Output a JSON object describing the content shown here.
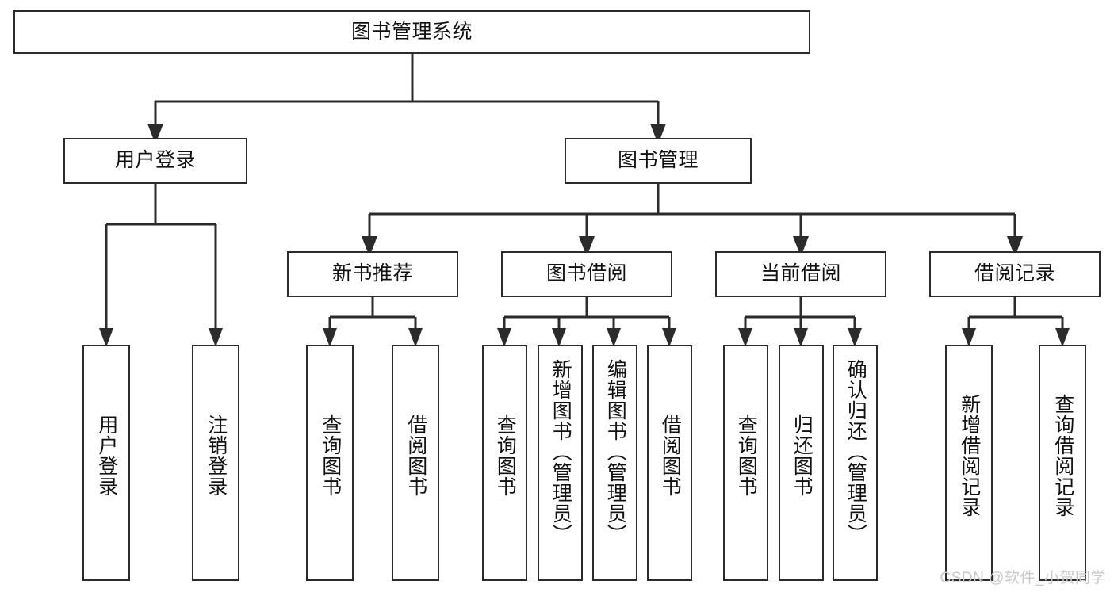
{
  "diagram": {
    "type": "hierarchy-tree",
    "title": "图书管理系统",
    "levels": 4,
    "root": {
      "id": "root",
      "label": "图书管理系统",
      "orientation": "horizontal"
    },
    "level2": [
      {
        "id": "user-login",
        "label": "用户登录",
        "orientation": "horizontal"
      },
      {
        "id": "book-management",
        "label": "图书管理",
        "orientation": "horizontal"
      }
    ],
    "level3": [
      {
        "id": "new-book-recommend",
        "label": "新书推荐",
        "orientation": "horizontal",
        "parent": "book-management"
      },
      {
        "id": "book-borrow",
        "label": "图书借阅",
        "orientation": "horizontal",
        "parent": "book-management"
      },
      {
        "id": "current-borrow",
        "label": "当前借阅",
        "orientation": "horizontal",
        "parent": "book-management"
      },
      {
        "id": "borrow-record",
        "label": "借阅记录",
        "orientation": "horizontal",
        "parent": "book-management"
      }
    ],
    "leaves": [
      {
        "id": "leaf-user-login",
        "label": "用户登录",
        "parent": "user-login"
      },
      {
        "id": "leaf-logout-login",
        "label": "注销登录",
        "parent": "user-login"
      },
      {
        "id": "leaf-query-book-1",
        "label": "查询图书",
        "parent": "new-book-recommend"
      },
      {
        "id": "leaf-borrow-book-1",
        "label": "借阅图书",
        "parent": "new-book-recommend"
      },
      {
        "id": "leaf-query-book-2",
        "label": "查询图书",
        "parent": "book-borrow"
      },
      {
        "id": "leaf-add-book",
        "label": "新增图书（管理员）",
        "parent": "book-borrow"
      },
      {
        "id": "leaf-edit-book",
        "label": "编辑图书（管理员）",
        "parent": "book-borrow"
      },
      {
        "id": "leaf-borrow-book-2",
        "label": "借阅图书",
        "parent": "book-borrow"
      },
      {
        "id": "leaf-query-book-3",
        "label": "查询图书",
        "parent": "current-borrow"
      },
      {
        "id": "leaf-return-book",
        "label": "归还图书",
        "parent": "current-borrow"
      },
      {
        "id": "leaf-confirm-return",
        "label": "确认归还（管理员）",
        "parent": "current-borrow"
      },
      {
        "id": "leaf-add-record",
        "label": "新增借阅记录",
        "parent": "borrow-record"
      },
      {
        "id": "leaf-query-record",
        "label": "查询借阅记录",
        "parent": "borrow-record"
      }
    ]
  },
  "watermark": {
    "text": "CSDN @软件_小贺同学"
  },
  "colors": {
    "border": "#2b2b2b",
    "text": "#111111",
    "background": "#ffffff",
    "watermark": "#c9c9c9"
  }
}
